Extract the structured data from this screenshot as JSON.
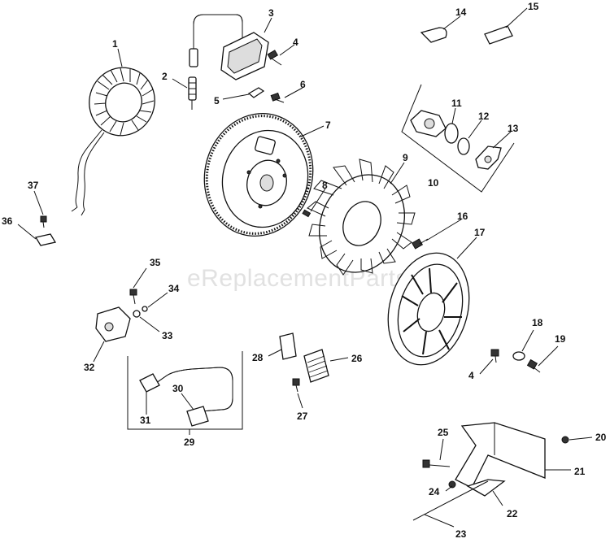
{
  "watermark": "eReplacementParts.com",
  "callouts": [
    "1",
    "2",
    "3",
    "4",
    "5",
    "6",
    "7",
    "8",
    "9",
    "10",
    "11",
    "12",
    "13",
    "14",
    "15",
    "16",
    "17",
    "18",
    "19",
    "4",
    "20",
    "21",
    "22",
    "23",
    "24",
    "25",
    "26",
    "27",
    "28",
    "29",
    "30",
    "31",
    "32",
    "33",
    "34",
    "35",
    "36",
    "37"
  ]
}
